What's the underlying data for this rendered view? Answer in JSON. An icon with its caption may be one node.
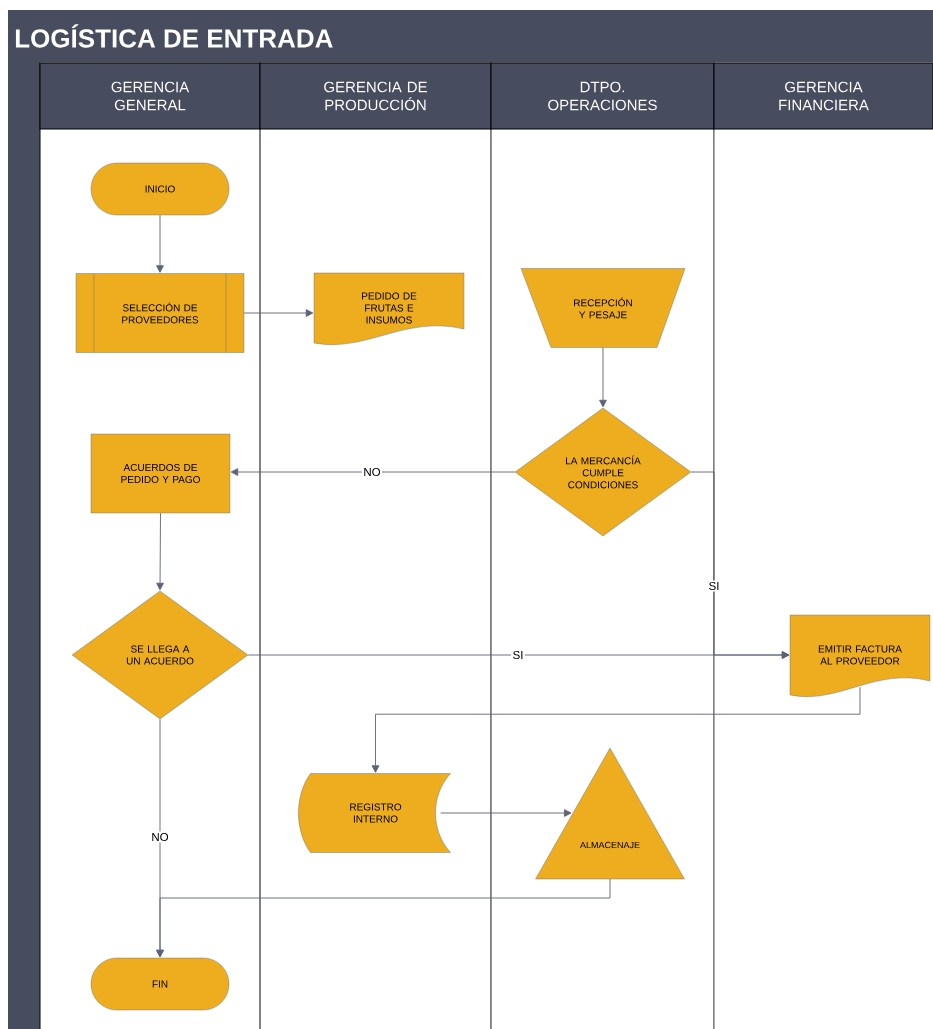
{
  "diagram": {
    "title": "LOGÍSTICA DE ENTRADA",
    "nodes": [
      {
        "text": [
          "GERENCIA GENERAL"
        ]
      },
      {
        "text": [
          "GERENCIA DE PRODUCCIÓN"
        ]
      },
      {
        "text": [
          "DTPO. OPERACIONES"
        ]
      },
      {
        "text": [
          "GERENCIA FINANCIERA"
        ]
      },
      {
        "text": [
          "INICIO"
        ]
      },
      {
        "text": [
          "SELECCIÓN DE PROVEEDORES"
        ]
      },
      {
        "text": [
          "PEDIDO DE FRUTAS E INSUMOS"
        ]
      },
      {
        "text": [
          "RECEPCIÓN Y PESAJE"
        ]
      },
      {
        "text": [
          "LA MERCANCÍA CUMPLE CONDICIONES"
        ]
      },
      {
        "text": [
          "ACUERDOS DE PEDIDO Y PAGO"
        ]
      },
      {
        "text": [
          "SE LLEGA A UN ACUERDO"
        ]
      },
      {
        "text": [
          "EMITIR FACTURA AL PROVEEDOR"
        ]
      },
      {
        "text": [
          "REGISTRO INTERNO"
        ]
      },
      {
        "text": [
          "ALMACENAJE"
        ]
      },
      {
        "text": [
          "FIN"
        ]
      }
    ],
    "edges": [
      {
        "from": 4,
        "to": 5,
        "arrow": "to"
      },
      {
        "from": 5,
        "to": 6,
        "arrow": "to"
      },
      {
        "from": 7,
        "to": 8,
        "arrow": "to"
      },
      {
        "from": 8,
        "to": 9,
        "arrow": "to",
        "label": "NO"
      },
      {
        "from": 8,
        "to": 11,
        "arrow": "to",
        "label": "SI"
      },
      {
        "from": 9,
        "to": 10,
        "arrow": "to"
      },
      {
        "from": 10,
        "to": 11,
        "arrow": "to",
        "label": "SI"
      },
      {
        "from": 11,
        "to": 12,
        "arrow": "to"
      },
      {
        "from": 12,
        "to": 13,
        "arrow": "to"
      },
      {
        "from": 10,
        "to": 14,
        "arrow": "to",
        "label": "NO"
      },
      {
        "from": 13,
        "to": 14,
        "arrow": "to"
      }
    ]
  }
}
